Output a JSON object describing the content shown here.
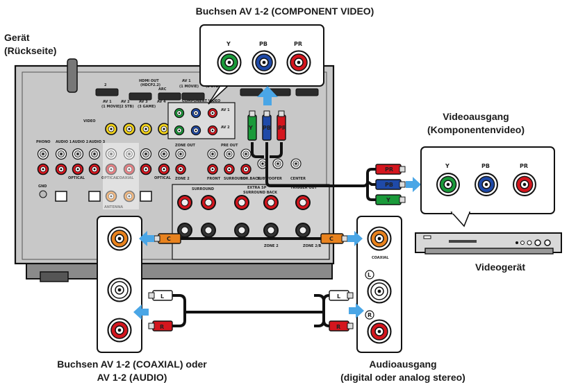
{
  "labels": {
    "component_jacks_title": "Buchsen AV 1-2 (COMPONENT VIDEO)",
    "device_line1": "Gerät",
    "device_line2": "(Rückseite)",
    "video_out_line1": "Videoausgang",
    "video_out_line2": "(Komponentenvideo)",
    "video_device": "Videogerät",
    "av_jacks_line1": "Buchsen AV 1-2 (COAXIAL) oder",
    "av_jacks_line2": "AV 1-2 (AUDIO)",
    "audio_out_line1": "Audioausgang",
    "audio_out_line2": "(digital oder analog stereo)"
  },
  "component_jacks": {
    "y": "Y",
    "pb": "PB",
    "pr": "PR"
  },
  "video_device_jacks": {
    "y": "Y",
    "pb": "PB",
    "pr": "PR"
  },
  "plugs": {
    "coaxial": "C",
    "left": "L",
    "right": "R",
    "pr": "PR",
    "pb": "PB",
    "y": "Y"
  },
  "audio_out_panel": {
    "coaxial": "COAXIAL",
    "left_mark": "L",
    "right_mark": "R"
  },
  "panel_text": {
    "hdmi_out": "HDMI OUT",
    "hdmi_sub": "(HDCP2.2)",
    "arc": "ARC",
    "component_video": "COMPONENT VIDEO",
    "av1": "AV 1",
    "av2": "AV 2",
    "av3": "AV 3",
    "av4": "AV 4",
    "av1_sub": "(1 MOVIE)",
    "av2_sub": "(2 STB)",
    "av3_sub": "(3 GAME)",
    "video": "VIDEO",
    "phono": "PHONO",
    "audio1": "AUDIO 1",
    "audio2": "AUDIO 2",
    "audio3": "AUDIO 3",
    "gnd": "GND",
    "optical": "OPTICAL",
    "coaxial": "COAXIAL",
    "zone_out": "ZONE OUT",
    "pre_out": "PRE OUT",
    "front": "FRONT",
    "surround": "SURROUND",
    "sur_back": "SUR.BACK",
    "subwoofer": "SUBWOOFER",
    "center": "CENTER",
    "zone2": "ZONE 2",
    "antenna": "ANTENNA",
    "trigger_out": "TRIGGER OUT",
    "extra_sp": "EXTRA SP",
    "surround_back": "SURROUND BACK",
    "zone2_mark": "ZONE 2",
    "zone2_b": "ZONE 2/B"
  },
  "colors": {
    "y_green": "#1a9a3a",
    "pb_blue": "#1f4aa8",
    "pr_red": "#d4161e",
    "coax_orange": "#e8821e",
    "arrow_blue": "#4aa6e6",
    "panel_gray": "#c8c8c8",
    "cable_black": "#111111"
  }
}
